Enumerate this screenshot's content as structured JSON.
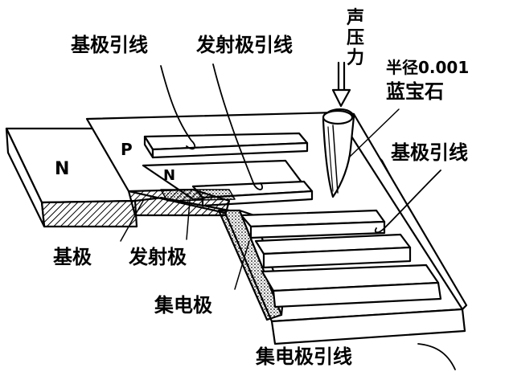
{
  "labels": {
    "base_lead_top": "基极引线",
    "emitter_lead": "发射极引线",
    "acoustic_pressure_chars": [
      "声",
      "压",
      "力"
    ],
    "tip_radius": "半径0.001",
    "sapphire": "蓝宝石",
    "base_lead_right": "基极引线",
    "base": "基极",
    "emitter": "发射极",
    "collector": "集电极",
    "collector_lead": "集电极引线"
  },
  "region_letters": {
    "n_left": "N",
    "p": "P",
    "n_inner": "N"
  },
  "colors": {
    "line": "#000000",
    "background": "#ffffff"
  }
}
